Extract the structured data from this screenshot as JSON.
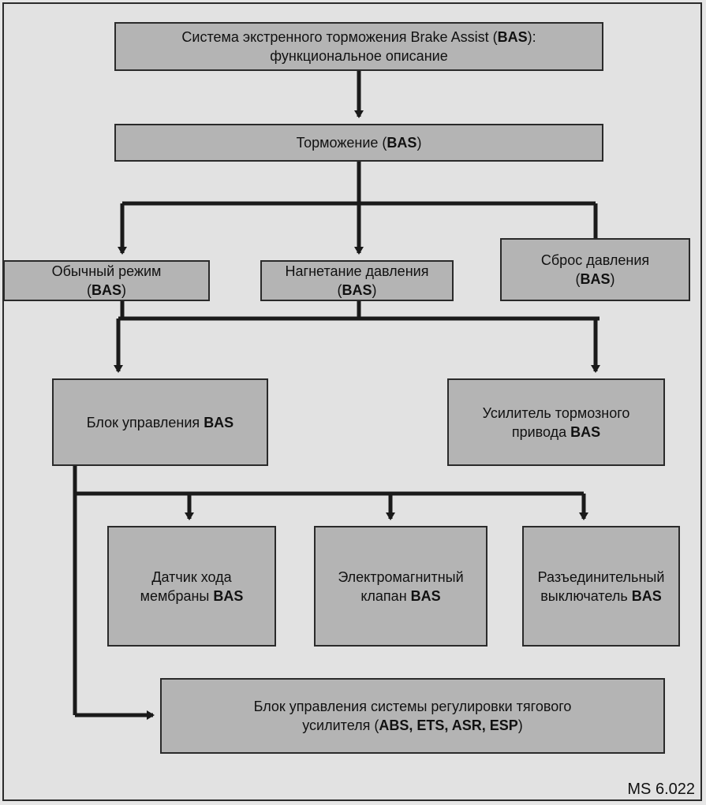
{
  "boxes": {
    "bas_description": {
      "line1_text": "Система экстренного торможения Brake Assist (",
      "line1_bold": "BAS",
      "line1_end": "):",
      "line2": "функциональное описание"
    },
    "braking": {
      "text": "Торможение (",
      "bold": "BAS",
      "end": ")"
    },
    "normal_mode": {
      "line1": "Обычный режим",
      "line2_pre": "(",
      "line2_bold": "BAS",
      "line2_end": ")"
    },
    "pressure_buildup": {
      "line1": "Нагнетание давления",
      "line2_pre": "(",
      "line2_bold": "BAS",
      "line2_end": ")"
    },
    "pressure_release": {
      "line1": "Сброс давления",
      "line2_pre": "(",
      "line2_bold": "BAS",
      "line2_end": ")"
    },
    "control_unit": {
      "text": "Блок управления ",
      "bold": "BAS"
    },
    "brake_booster": {
      "line1": "Усилитель тормозного",
      "line2_text": "привода ",
      "line2_bold": "BAS"
    },
    "membrane_sensor": {
      "line1": "Датчик хода",
      "line2_text": "мембраны ",
      "line2_bold": "BAS"
    },
    "solenoid_valve": {
      "line1": "Электромагнитный",
      "line2_text": "клапан ",
      "line2_bold": "BAS"
    },
    "release_switch": {
      "line1": "Разъединительный",
      "line2_text": "выключатель ",
      "line2_bold": "BAS"
    },
    "traction_control_unit": {
      "line1": "Блок управления системы регулировки тягового",
      "line2_text": "усилителя (",
      "line2_bold": "ABS, ETS, ASR, ESP",
      "line2_end": ")"
    }
  },
  "figure_code": "MS 6.022"
}
